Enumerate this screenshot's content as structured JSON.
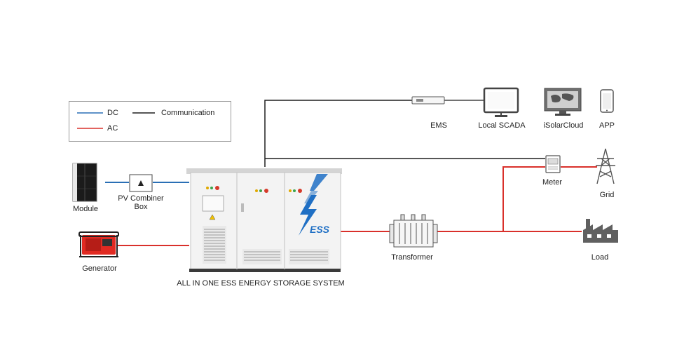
{
  "legend": {
    "dc": "DC",
    "ac": "AC",
    "communication": "Communication"
  },
  "labels": {
    "module": "Module",
    "pv_combiner_box_line1": "PV Combiner",
    "pv_combiner_box_line2": "Box",
    "generator": "Generator",
    "ess_system": "ALL IN ONE ESS ENERGY STORAGE SYSTEM",
    "transformer": "Transformer",
    "ems": "EMS",
    "local_scada": "Local SCADA",
    "isolarcloud": "iSolarCloud",
    "app": "APP",
    "meter": "Meter",
    "grid": "Grid",
    "load": "Load"
  },
  "cabinet": {
    "logo_text": "ESS"
  },
  "colors": {
    "dc_line": "#2a6fb5",
    "ac_line": "#d9302b",
    "comm_line": "#1e1e1e",
    "ess_accent": "#1f6fc4"
  }
}
